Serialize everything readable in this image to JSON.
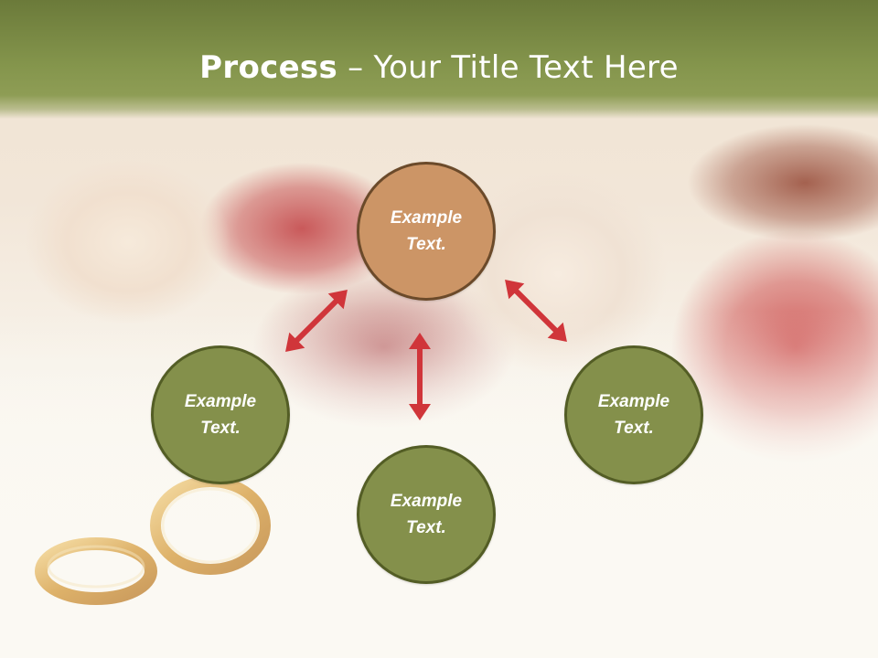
{
  "slide": {
    "title_bold": "Process",
    "title_rest": " – Your Title Text Here"
  },
  "nodes": [
    {
      "id": "top",
      "label": "Example\nText.",
      "color": "#cc9566"
    },
    {
      "id": "left",
      "label": "Example\nText.",
      "color": "#84904b"
    },
    {
      "id": "bottom",
      "label": "Example\nText.",
      "color": "#84904b"
    },
    {
      "id": "right",
      "label": "Example\nText.",
      "color": "#84904b"
    }
  ],
  "colors": {
    "header": "#84954c",
    "arrow": "#d0353a",
    "node_border": "#535d25"
  }
}
